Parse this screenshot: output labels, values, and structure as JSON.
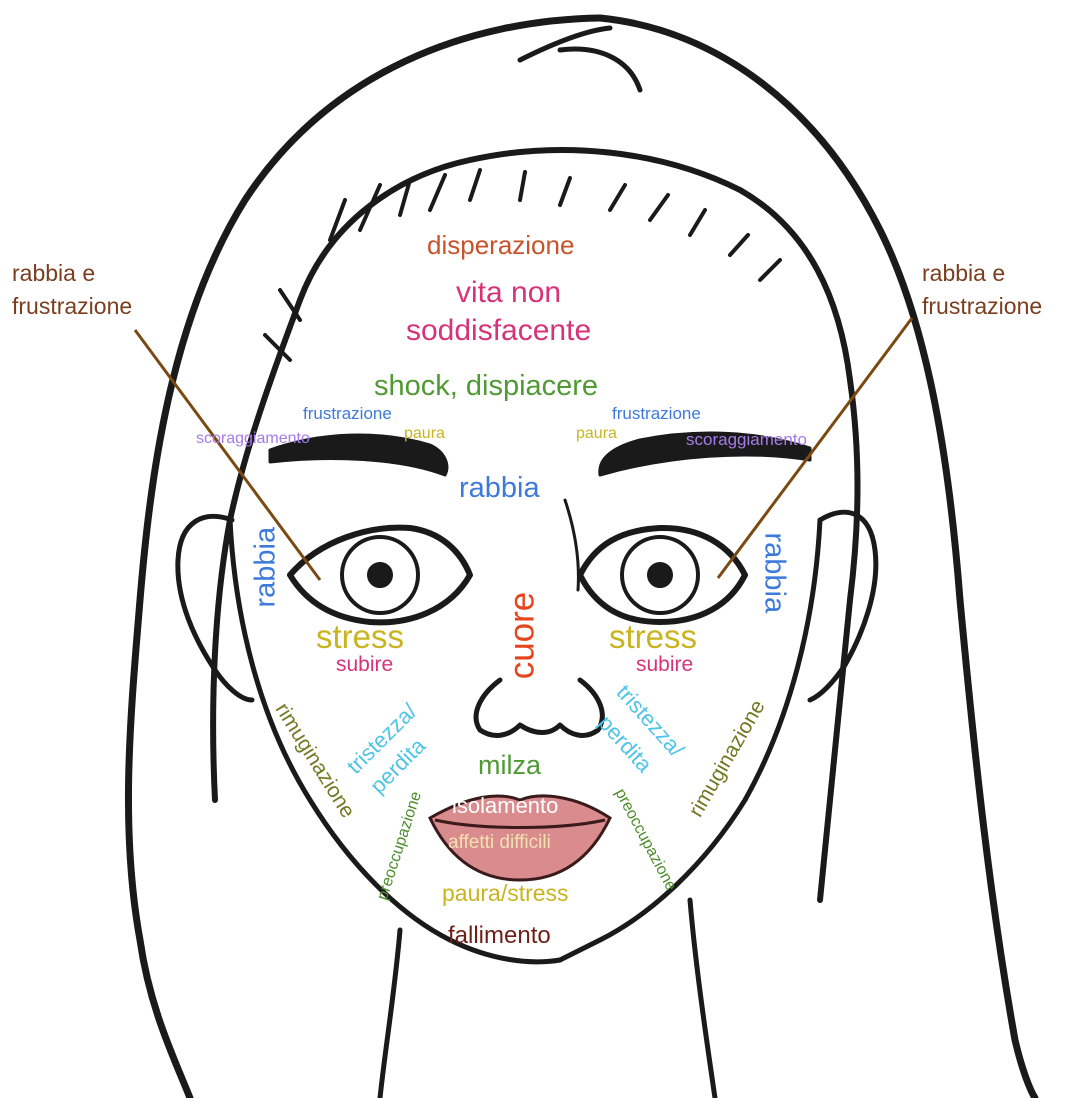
{
  "colors": {
    "line": "#1a1a1a",
    "pointer": "#7a4a12",
    "lips": "#d98b8e",
    "brown": "#7a3e1f",
    "orange": "#c8532a",
    "magenta": "#d6337a",
    "green": "#4f9a32",
    "blue": "#3d7ad9",
    "purple": "#a57be8",
    "yellow": "#c9b420",
    "red": "#e8431f",
    "olive": "#6f7a22",
    "cyan": "#4fc4e6",
    "maroon": "#6e1f16"
  },
  "side_labels": {
    "left_line1": "rabbia e",
    "left_line2": "frustrazione",
    "right_line1": "rabbia e",
    "right_line2": "frustrazione"
  },
  "forehead": {
    "top": "disperazione",
    "middle_line1": "vita non",
    "middle_line2": "soddisfacente",
    "lower": "shock, dispiacere"
  },
  "brows": {
    "left_frustrazione": "frustrazione",
    "left_scoraggiamento": "scoraggiamento",
    "left_paura": "paura",
    "right_frustrazione": "frustrazione",
    "right_paura": "paura",
    "right_scoraggiamento": "scoraggiamento",
    "center": "rabbia"
  },
  "eyes": {
    "left_temple": "rabbia",
    "right_temple": "rabbia",
    "left_stress": "stress",
    "right_stress": "stress",
    "left_subire": "subire",
    "right_subire": "subire"
  },
  "nose": "cuore",
  "cheeks": {
    "left_rimuginazione": "rimuginazione",
    "right_rimuginazione": "rimuginazione",
    "left_tristezza": "tristezza/",
    "left_perdita": "perdita",
    "right_tristezza": "tristezza/",
    "right_perdita": "perdita",
    "left_preoccupazione": "preoccupazione",
    "right_preoccupazione": "preoccupazione"
  },
  "mouth": {
    "above": "milza",
    "upper_lip": "isolamento",
    "lower_lip": "affetti difficili"
  },
  "chin": {
    "upper": "paura/stress",
    "lower": "fallimento"
  }
}
